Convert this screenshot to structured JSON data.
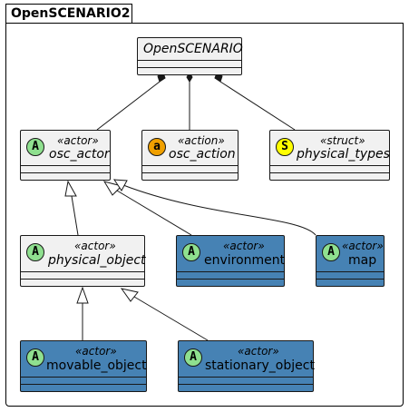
{
  "package": {
    "name": "OpenSCENARIO2"
  },
  "classes": {
    "openscenario": {
      "name": "OpenSCENARIO"
    },
    "osc_actor": {
      "badge": "A",
      "stereotype": "«actor»",
      "name": "osc_actor"
    },
    "osc_action": {
      "badge": "a",
      "stereotype": "«action»",
      "name": "osc_action"
    },
    "physical_types": {
      "badge": "S",
      "stereotype": "«struct»",
      "name": "physical_types"
    },
    "physical_object": {
      "badge": "A",
      "stereotype": "«actor»",
      "name": "physical_object"
    },
    "environment": {
      "badge": "A",
      "stereotype": "«actor»",
      "name": "environment"
    },
    "map": {
      "badge": "A",
      "stereotype": "«actor»",
      "name": "map"
    },
    "movable_object": {
      "badge": "A",
      "stereotype": "«actor»",
      "name": "movable_object"
    },
    "stationary_object": {
      "badge": "A",
      "stereotype": "«actor»",
      "name": "stationary_object"
    }
  },
  "colors": {
    "abstract_fill": "#f1f1f1",
    "concrete_fill": "#4682b4",
    "actor_badge": "#8fe08f",
    "action_badge": "#f0a000",
    "struct_badge": "#ffff00",
    "line": "#181818"
  }
}
